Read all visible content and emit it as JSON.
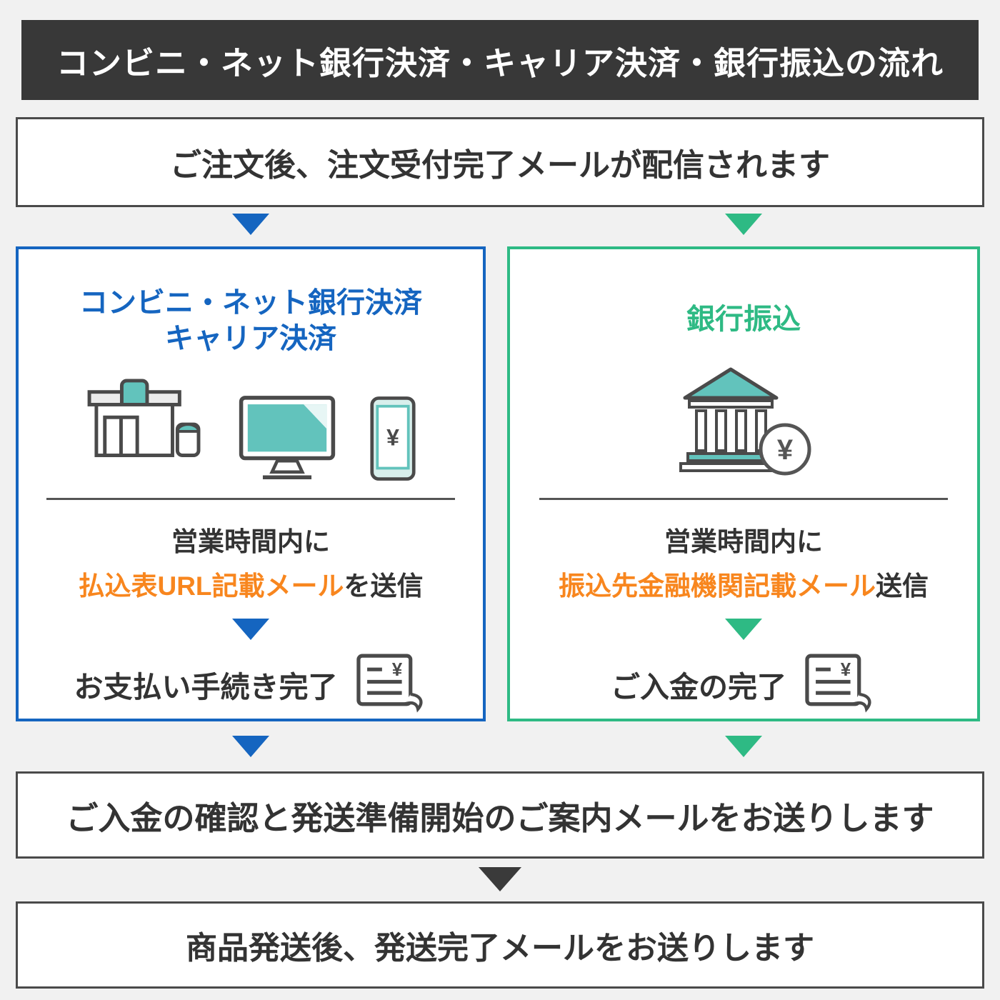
{
  "header": {
    "title": "コンビニ・ネット銀行決済・キャリア決済・銀行振込の流れ"
  },
  "steps": {
    "order": "ご注文後、注文受付完了メールが配信されます",
    "confirm": "ご入金の確認と発送準備開始のご案内メールをお送りします",
    "shipped": "商品発送後、発送完了メールをお送りします"
  },
  "left": {
    "title_line1": "コンビニ・ネット銀行決済",
    "title_line2": "キャリア決済",
    "notice_line1": "営業時間内に",
    "notice_highlight": "払込表URL記載メール",
    "notice_rest": "を送信",
    "done": "お支払い手続き完了"
  },
  "right": {
    "title": "銀行振込",
    "notice_line1": "営業時間内に",
    "notice_highlight": "振込先金融機関記載メール",
    "notice_rest": "送信",
    "done": "ご入金の完了"
  },
  "icons": {
    "yen": "¥"
  },
  "colors": {
    "blue": "#1565c0",
    "green": "#2eba84",
    "teal": "#62c3bc",
    "orange": "#f8861e",
    "dark": "#3a3a3a",
    "background": "#f1f1f1"
  }
}
